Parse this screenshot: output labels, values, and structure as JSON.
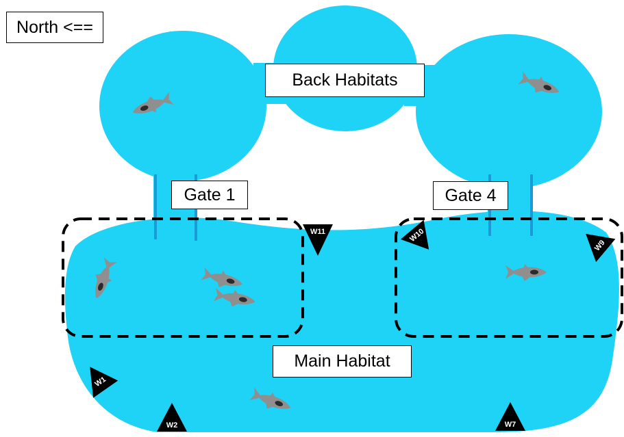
{
  "labels": {
    "north": "North <==",
    "back_habitats": "Back Habitats",
    "gate1": "Gate 1",
    "gate4": "Gate 4",
    "main_habitat": "Main Habitat"
  },
  "markers": [
    "W1",
    "W2",
    "W7",
    "W9",
    "W10",
    "W11"
  ],
  "colors": {
    "water": "#1ed3f5",
    "gate_post": "#1b9ad6",
    "fish": "#8f8f8f",
    "marker": "#000000",
    "boundary": "#000000"
  }
}
